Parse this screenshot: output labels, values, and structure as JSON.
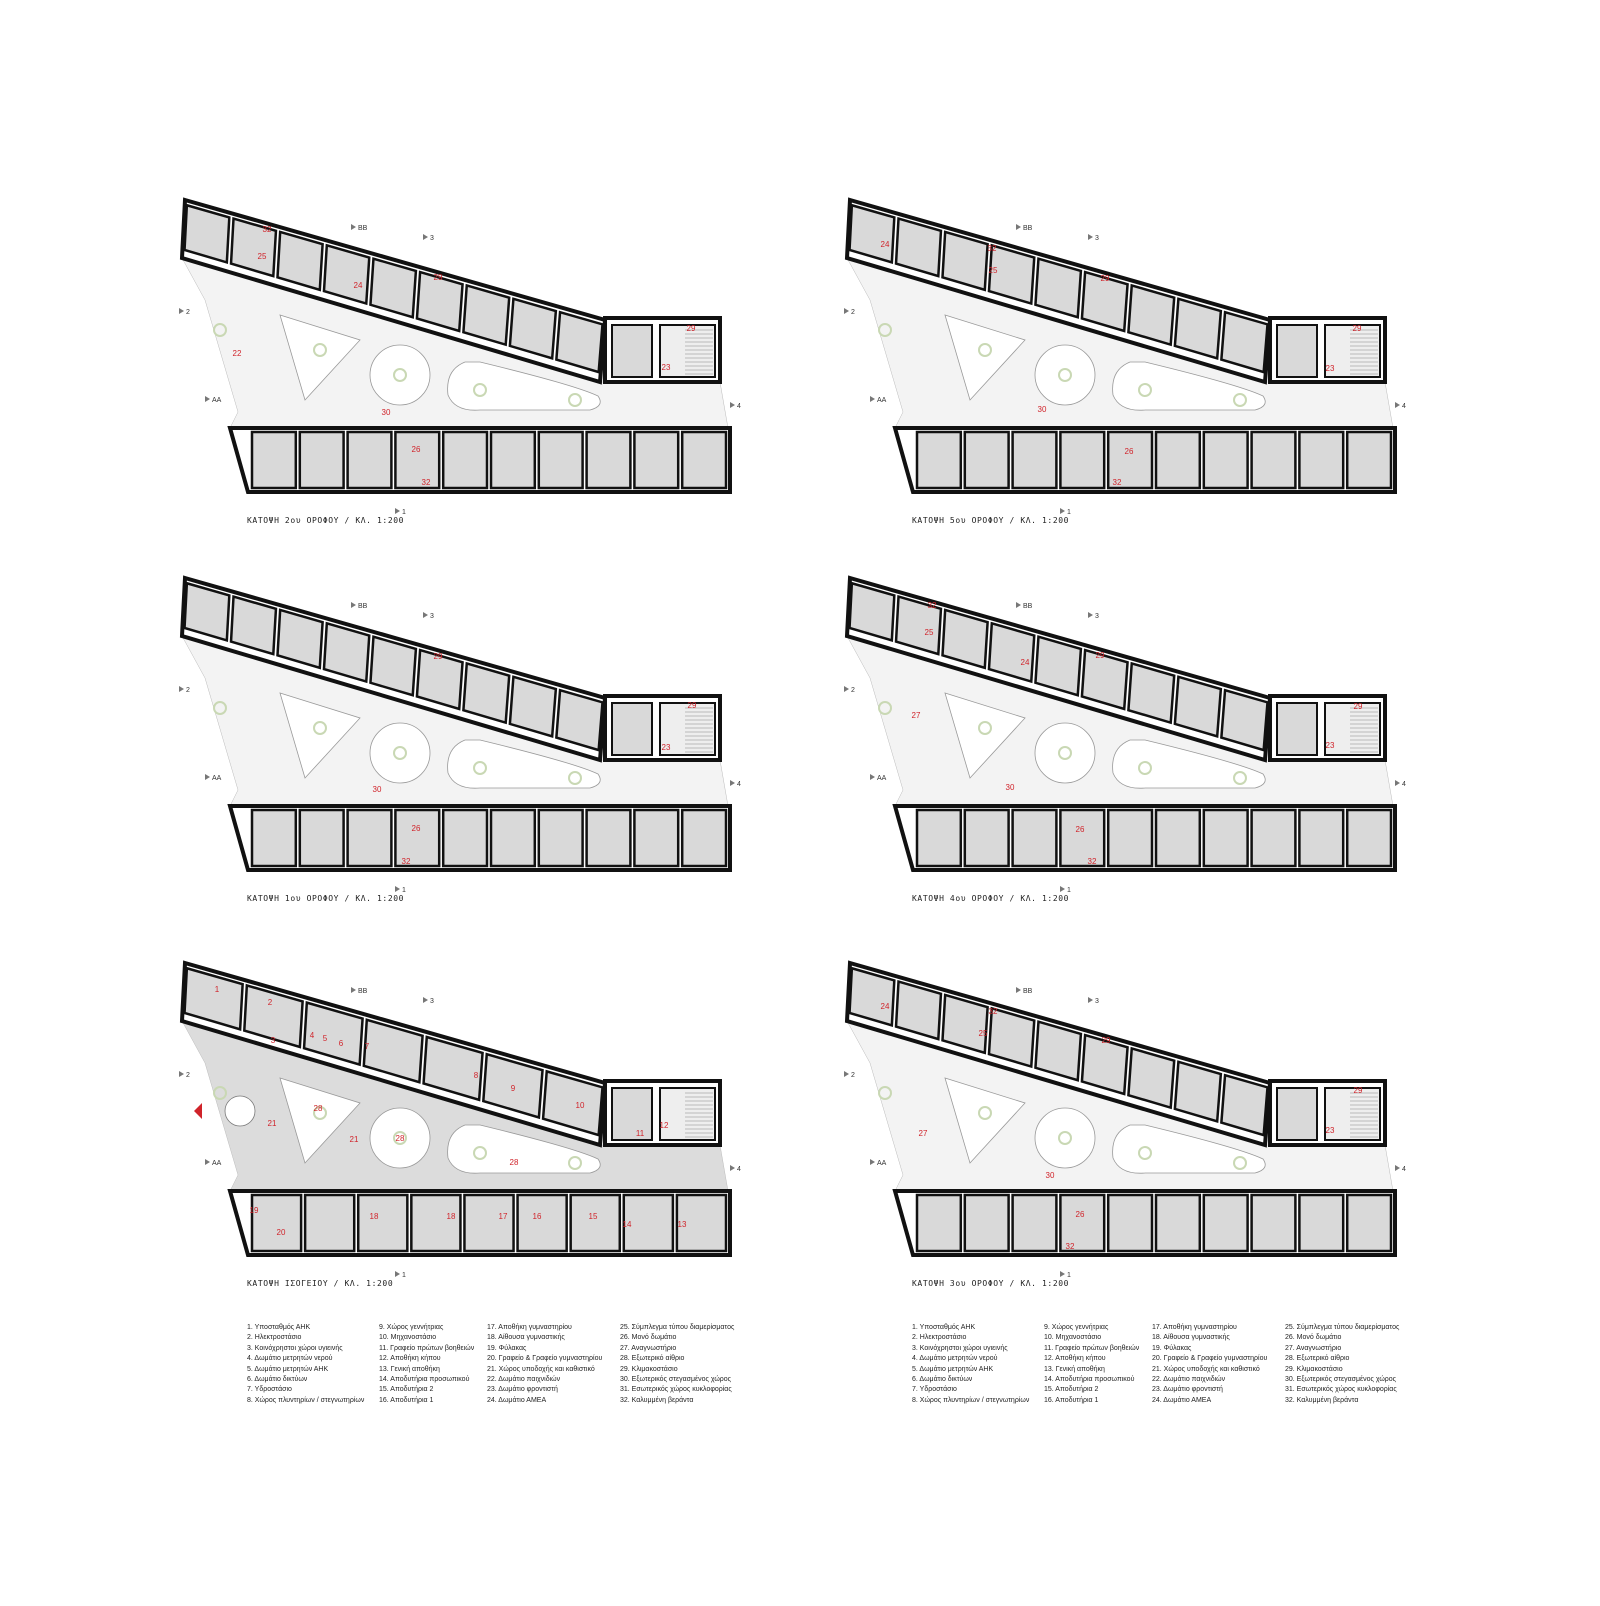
{
  "plans": [
    {
      "id": "floor2",
      "title": "ΚΑΤΟΨΗ 2ου ΟΡΟΦΟΥ / ΚΛ. 1:200",
      "rooms": [
        "32",
        "25",
        "24",
        "29",
        "22",
        "29",
        "23",
        "30",
        "26",
        "32"
      ]
    },
    {
      "id": "floor5",
      "title": "ΚΑΤΟΨΗ 5ου ΟΡΟΦΟΥ / ΚΛ. 1:200",
      "rooms": [
        "24",
        "32",
        "25",
        "29",
        "29",
        "23",
        "30",
        "26",
        "32"
      ]
    },
    {
      "id": "floor1",
      "title": "ΚΑΤΟΨΗ 1ου ΟΡΟΦΟΥ / ΚΛ. 1:200",
      "rooms": [
        "29",
        "29",
        "23",
        "30",
        "26",
        "32"
      ]
    },
    {
      "id": "floor4",
      "title": "ΚΑΤΟΨΗ 4ου ΟΡΟΦΟΥ / ΚΛ. 1:200",
      "rooms": [
        "32",
        "25",
        "24",
        "29",
        "27",
        "29",
        "23",
        "30",
        "26",
        "32"
      ]
    },
    {
      "id": "ground",
      "title": "ΚΑΤΟΨΗ ΙΣΟΓΕΙΟΥ / ΚΛ. 1:200",
      "rooms": [
        "1",
        "2",
        "3",
        "4",
        "5",
        "6",
        "7",
        "8",
        "9",
        "10",
        "11",
        "12",
        "21",
        "28",
        "21",
        "28",
        "28",
        "19",
        "20",
        "18",
        "18",
        "17",
        "16",
        "15",
        "14",
        "13"
      ]
    },
    {
      "id": "floor3",
      "title": "ΚΑΤΟΨΗ 3ου ΟΡΟΦΟΥ / ΚΛ. 1:200",
      "rooms": [
        "24",
        "32",
        "25",
        "29",
        "27",
        "29",
        "23",
        "30",
        "26",
        "32"
      ]
    }
  ],
  "markers": {
    "bb": "BB",
    "three": "3",
    "two": "2",
    "aa": "AA",
    "four": "4",
    "one": "1"
  },
  "legend": [
    [
      "1. Υποσταθμός ΑΗΚ",
      "2. Ηλεκτροστάσιο",
      "3. Κοινόχρηστοι χώροι υγιεινής",
      "4. Δωμάτιο μετρητών νερού",
      "5. Δωμάτιο μετρητών ΑΗΚ",
      "6. Δωμάτιο δικτύων",
      "7. Υδροστάσιο",
      "8. Χώρος πλυντηρίων / στεγνωτηρίων"
    ],
    [
      "9. Χώρος γεννήτριας",
      "10. Μηχανοστάσιο",
      "11. Γραφείο πρώτων βοηθειών",
      "12. Αποθήκη κήπου",
      "13. Γενική αποθήκη",
      "14. Αποδυτήρια προσωπικού",
      "15. Αποδυτήρια 2",
      "16. Αποδυτήρια 1"
    ],
    [
      "17. Αποθήκη γυμναστηρίου",
      "18. Αίθουσα γυμναστικής",
      "19. Φύλακας",
      "20. Γραφείο & Γραφείο γυμναστηρίου",
      "21. Χώρος υποδοχής και καθιστικό",
      "22. Δωμάτιο παιχνιδιών",
      "23. Δωμάτιο φροντιστή",
      "24. Δωμάτιο ΑΜΕΑ"
    ],
    [
      "25. Σύμπλεγμα τύπου διαμερίσματος",
      "26. Μονό δωμάτιο",
      "27. Αναγνωστήριο",
      "28. Εξωτερικό αίθριο",
      "29. Κλιμακοστάσιο",
      "30. Εξωτερικός στεγασμένος χώρος",
      "31. Εσωτερικός χώρος κυκλοφορίας",
      "32. Καλυμμένη βεράντα"
    ]
  ],
  "colors": {
    "wall": "#111111",
    "room": "#d9d9d9",
    "court": "#f3f3f3",
    "ground_court": "#dcdcdc",
    "label": "#d0232a",
    "green": "#c9d8b4",
    "entrance": "#d0232a"
  }
}
